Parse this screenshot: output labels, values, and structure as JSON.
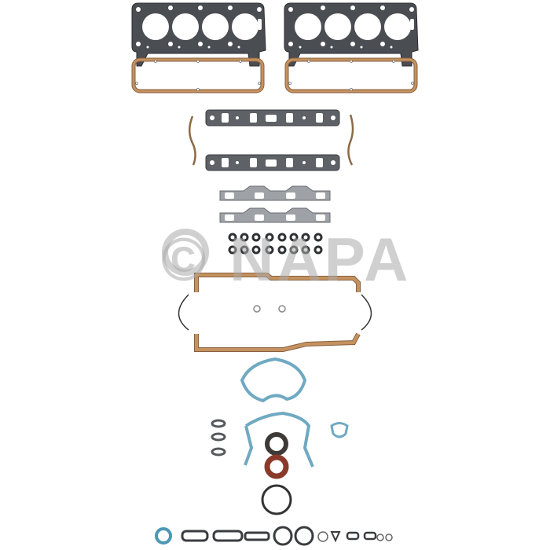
{
  "image": {
    "subject": "Full engine gasket set",
    "watermark": "© NAPA",
    "colors": {
      "background": "#ffffff",
      "steel": "#3c3f44",
      "cork": "#b5835a",
      "blue_gasket": "#6fa9c2",
      "rubber_seal": "#8a3a2a",
      "watermark": "#aaaaaa"
    },
    "components": [
      {
        "name": "cylinder-head-gasket",
        "count": 2
      },
      {
        "name": "valve-cover-gasket",
        "count": 2
      },
      {
        "name": "intake-manifold-gasket",
        "count": 2
      },
      {
        "name": "intake-end-seal",
        "count": 2
      },
      {
        "name": "exhaust-manifold-gasket",
        "count": 2
      },
      {
        "name": "valve-stem-seal",
        "count": 16
      },
      {
        "name": "oil-pan-gasket",
        "count": 1
      },
      {
        "name": "oil-pan-end-seal",
        "count": 2
      },
      {
        "name": "water-pump-gasket",
        "count": 1
      },
      {
        "name": "timing-cover-gasket",
        "count": 1
      },
      {
        "name": "crank-seal",
        "count": 2
      },
      {
        "name": "fuel-pump-gasket",
        "count": 1
      },
      {
        "name": "small-flange-gasket",
        "count": 3
      },
      {
        "name": "misc-gasket-and-o-ring",
        "count": 13
      }
    ]
  }
}
